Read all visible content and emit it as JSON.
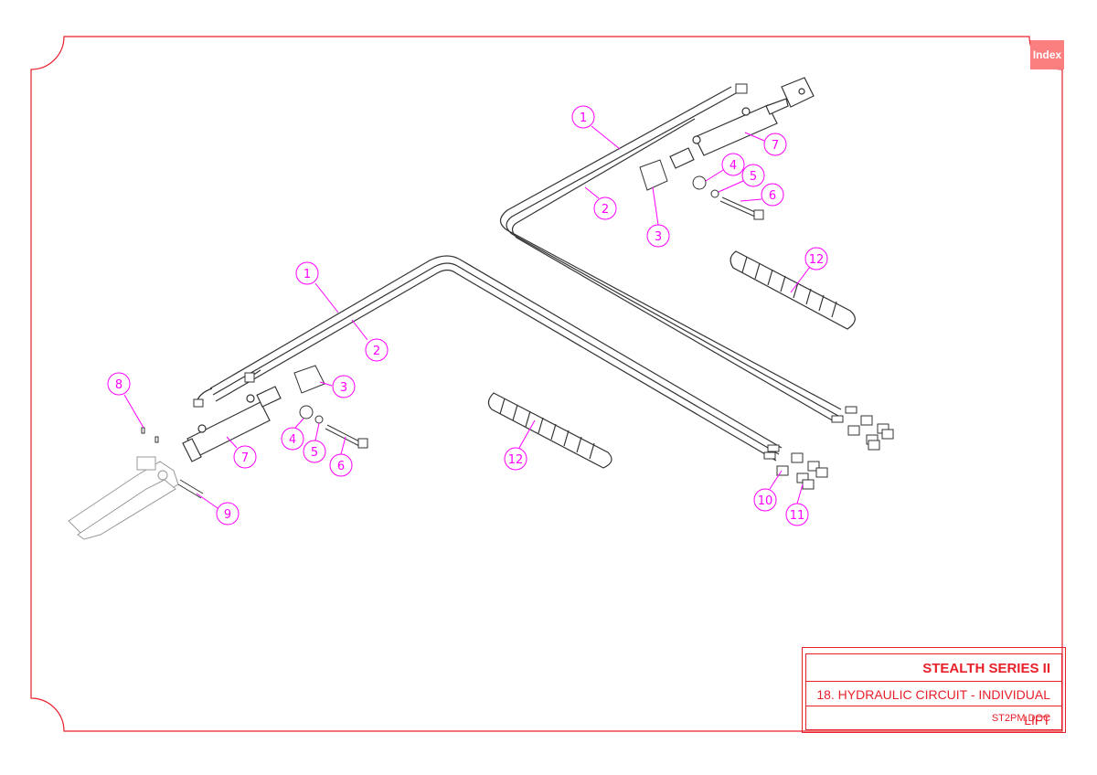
{
  "index_button": {
    "label": "Index"
  },
  "title_block": {
    "series": "STEALTH SERIES II",
    "section": "18. HYDRAULIC CIRCUIT - INDIVIDUAL LIFT",
    "document": "ST2PM.DOC"
  },
  "callouts": {
    "left": [
      "1",
      "2",
      "3",
      "4",
      "5",
      "6",
      "7",
      "8",
      "9",
      "10",
      "11",
      "12"
    ],
    "right": [
      "1",
      "2",
      "3",
      "4",
      "5",
      "6",
      "7",
      "12"
    ]
  },
  "colors": {
    "border": "#e8202a",
    "callout": "#ff00ff",
    "index_bg": "#fc7f7f"
  }
}
